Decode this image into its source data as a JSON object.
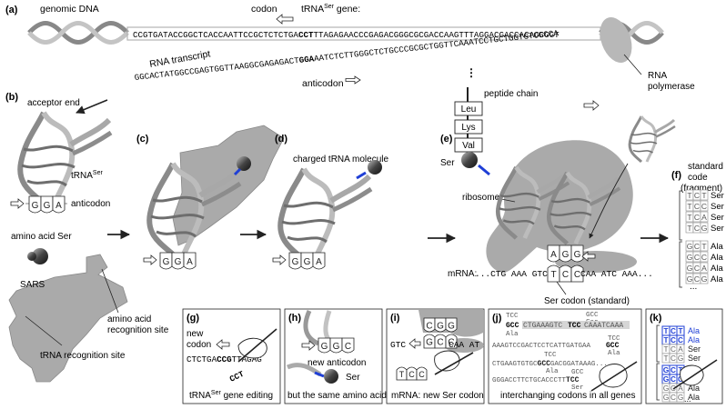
{
  "colors": {
    "gray": "#a6a6a6",
    "dark": "#222222",
    "blue": "#1f3fd6",
    "light": "#d9d9d9"
  },
  "panel_labels": {
    "a": "(a)",
    "b": "(b)",
    "c": "(c)",
    "d": "(d)",
    "e": "(e)",
    "f": "(f)",
    "g": "(g)",
    "h": "(h)",
    "i": "(i)",
    "j": "(j)",
    "k": "(k)"
  },
  "a": {
    "genomic_dna": "genomic DNA",
    "codon": "codon",
    "trna_gene_prefix": "tRNA",
    "trna_gene_sup": "Ser",
    "trna_gene_suffix": " gene:",
    "dna_left": "CCGTGATACCGGCTCACCAATTCCGCTCTCTGA",
    "dna_codon": "CCT",
    "dna_right": "TTAGAGAACCCGAGACGGGCGCGACCAAGTTTAGGACGACCACAGCGGT",
    "rna_transcript": "RNA transcript",
    "rna_left": "GGCACTATGGCCGAGTGGTTAAGGCGAGAGACT",
    "rna_anticodon": "GGA",
    "rna_right": "AATCTCTTGGGCTCTGCCCGCGCTGGTTCAAATCCTGCTGGTGTCGCCA",
    "anticodon": "anticodon",
    "rna_polymerase_1": "RNA",
    "rna_polymerase_2": "polymerase"
  },
  "b": {
    "acceptor_end": "acceptor end",
    "trna_prefix": "tRNA",
    "trna_sup": "Ser",
    "anticodon": "anticodon",
    "anticodon_bases": [
      "G",
      "G",
      "A"
    ],
    "amino_acid": "amino acid Ser",
    "sars": "SARS",
    "aa_site_1": "amino acid",
    "aa_site_2": "recognition site",
    "trna_site": "tRNA recognition site"
  },
  "c": {
    "anticodon_bases": [
      "G",
      "G",
      "A"
    ]
  },
  "d": {
    "charged": "charged tRNA molecule",
    "anticodon_bases": [
      "G",
      "G",
      "A"
    ]
  },
  "e": {
    "peptide_chain": "peptide chain",
    "peptide": [
      "Leu",
      "Lys",
      "Val"
    ],
    "ser": "Ser",
    "ribosome": "ribosome",
    "anticodon_bases": [
      "A",
      "G",
      "G"
    ],
    "codon_bases": [
      "T",
      "C",
      "C"
    ],
    "mrna_label": "mRNA:",
    "mrna_left": "...CTG AAA GTC",
    "mrna_right": "CAA ATC AAA...",
    "ser_codon": "Ser codon (standard)"
  },
  "f": {
    "title_1": "standard",
    "title_2": "code",
    "title_3": "(fragment)",
    "ser_codons": [
      {
        "codon": "TCT",
        "aa": "Ser"
      },
      {
        "codon": "TCC",
        "aa": "Ser"
      },
      {
        "codon": "TCA",
        "aa": "Ser"
      },
      {
        "codon": "TCG",
        "aa": "Ser"
      }
    ],
    "ala_codons": [
      {
        "codon": "GCT",
        "aa": "Ala"
      },
      {
        "codon": "GCC",
        "aa": "Ala"
      },
      {
        "codon": "GCA",
        "aa": "Ala"
      },
      {
        "codon": "GCG",
        "aa": "Ala"
      }
    ],
    "dots": "..."
  },
  "g": {
    "new_codon_1": "new",
    "new_codon_2": "codon",
    "seq_left": "CTCTGA",
    "seq_codon": "CCG",
    "seq_right": "TTAGAG",
    "old_codon": "CCT",
    "caption_prefix": "tRNA",
    "caption_sup": "Ser",
    "caption_suffix": " gene editing"
  },
  "h": {
    "anticodon_bases": [
      "G",
      "G",
      "C"
    ],
    "new_anticodon": "new anticodon",
    "ser": "Ser",
    "caption": "but the same amino acid"
  },
  "i": {
    "top_bases": [
      "C",
      "G",
      "G"
    ],
    "bottom_bases": [
      "G",
      "C",
      "C"
    ],
    "seq_left": "GTC",
    "seq_right": "CAA AT",
    "old_bases": [
      "T",
      "C",
      "C"
    ],
    "caption": "mRNA: new Ser codon"
  },
  "j": {
    "row1_top": "TCC",
    "row1_mid_left": "GCC",
    "row1_strike": "CTGAAAGTC",
    "row1_tcc": "TCC",
    "row1_right": "CAAATCAAA",
    "row1_top_right": "GCC",
    "row1_top_right2": "Ser",
    "row1_bot": "Ala",
    "row2": "AAAGTCCGACTCCTCATTGATGAA",
    "row2_gcc": "GCC",
    "row2_tcc": "TCC",
    "row2_ala": "Ala",
    "row3_left": "CTGAAGTGTGC",
    "row3_gcc": "GCC",
    "row3_right": "GACGGATAAAG...",
    "row3_tcc": "TCC",
    "row3_ala": "Ala",
    "row4_left": "GGGACCTTCTGCACCCTT",
    "row4_tcc": "TCC",
    "row4_gcc": "GCC",
    "row4_ser": "Ser",
    "caption": "interchanging codons in all genes"
  },
  "k": {
    "rows": [
      {
        "codon": "TCT",
        "aa": "Ala",
        "blue": true
      },
      {
        "codon": "TCC",
        "aa": "Ala",
        "blue": true
      },
      {
        "codon": "TCA",
        "aa": "Ser",
        "blue": false
      },
      {
        "codon": "TCG",
        "aa": "Ser",
        "blue": false
      },
      {
        "codon": "GCT",
        "aa": "Ser",
        "blue": true
      },
      {
        "codon": "GCC",
        "aa": "Ser",
        "blue": true
      },
      {
        "codon": "GCA",
        "aa": "Ala",
        "blue": false
      },
      {
        "codon": "GCG",
        "aa": "Ala",
        "blue": false
      }
    ],
    "dots": "..."
  }
}
